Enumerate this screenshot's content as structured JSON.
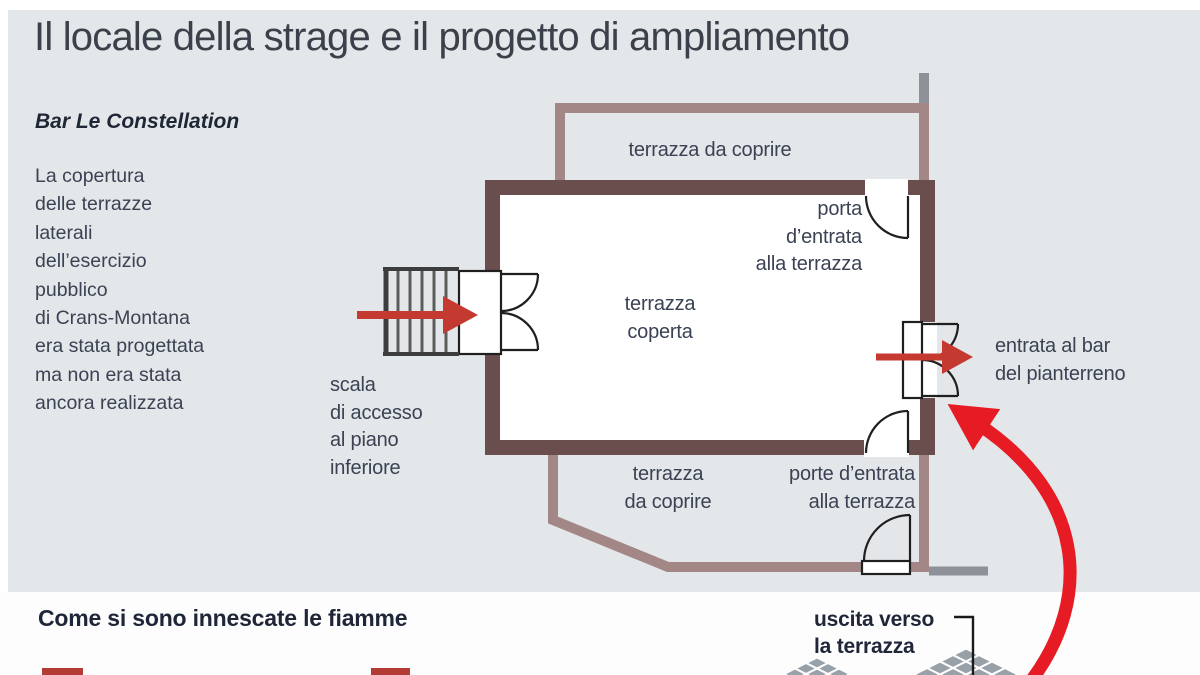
{
  "title": "Il locale della strage e il progetto di ampliamento",
  "sidebar": {
    "subtitle": "Bar Le Constellation",
    "description_lines": [
      "La copertura",
      "delle terrazze",
      "laterali",
      "dell’esercizio",
      "pubblico",
      "di Crans-Montana",
      "era stata progettata",
      "ma non era stata",
      "ancora realizzata"
    ]
  },
  "plan": {
    "labels": {
      "top_terrace": [
        "terrazza da coprire"
      ],
      "terrace_entrance_door": [
        "porta",
        "d’entrata",
        "alla terrazza"
      ],
      "covered_terrace": [
        "terrazza",
        "coperta"
      ],
      "stairs": [
        "scala",
        "di accesso",
        "al piano",
        "inferiore"
      ],
      "bottom_terrace": [
        "terrazza",
        "da coprire"
      ],
      "terrace_entrance_doors": [
        "porte d’entrata",
        "alla terrazza"
      ],
      "bar_entrance": [
        "entrata al bar",
        "del pianterreno"
      ],
      "terrace_exit": [
        "uscita verso",
        "la terrazza"
      ]
    }
  },
  "footer": {
    "heading": "Come si sono innescate le fiamme"
  },
  "colors": {
    "panel_bg": "#e4e7e9",
    "wall_dark": "#6a4d4d",
    "wall_light": "#a38787",
    "line_gray": "#8d9298",
    "arrow_red": "#c43a31",
    "arrow_bright": "#e61b24",
    "tile_gray": "#98a0a8",
    "swatch_red": "#b23c34",
    "text_dark": "#3a4254",
    "text_bold": "#1e2637",
    "title_color": "#3a414a"
  }
}
